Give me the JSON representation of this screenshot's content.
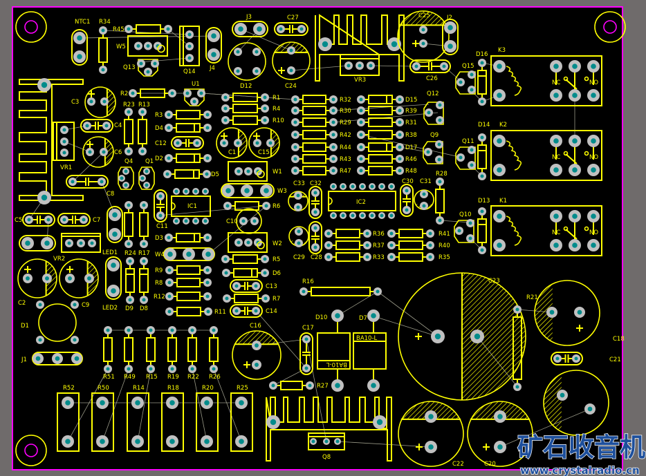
{
  "labels": [
    "NTC1",
    "R34",
    "R45",
    "W5",
    "Q13",
    "Q14",
    "J4",
    "J3",
    "C27",
    "D12",
    "C24",
    "VR3",
    "C25",
    "J2",
    "C26",
    "K3",
    "K2",
    "K1",
    "D16",
    "D14",
    "D13",
    "Q15",
    "Q11",
    "Q10",
    "Q12",
    "Q9",
    "R28",
    "R32",
    "R30",
    "R29",
    "R42",
    "R44",
    "R43",
    "R47",
    "D15",
    "R39",
    "R31",
    "R38",
    "D17",
    "R46",
    "R48",
    "R1",
    "R4",
    "R10",
    "U1",
    "R2",
    "C3",
    "C4",
    "C6",
    "VR1",
    "C8",
    "R23",
    "R13",
    "Q4",
    "Q1",
    "R3",
    "D4",
    "C12",
    "D2",
    "D5",
    "C1",
    "C15",
    "W1",
    "W3",
    "R6",
    "C10",
    "IC1",
    "C11",
    "IC2",
    "C33",
    "C32",
    "C30",
    "C31",
    "C29",
    "C28",
    "R36",
    "R37",
    "R33",
    "R41",
    "R40",
    "R35",
    "C5",
    "C7",
    "VR2",
    "C2",
    "C9",
    "D1",
    "J1",
    "LED1",
    "LED2",
    "R24",
    "R17",
    "D9",
    "D8",
    "D3",
    "W4",
    "R9",
    "R8",
    "R12",
    "R11",
    "R5",
    "D6",
    "C13",
    "R7",
    "C14",
    "W2",
    "C16",
    "R51",
    "R49",
    "R15",
    "R19",
    "R22",
    "R26",
    "R52",
    "R50",
    "R14",
    "R18",
    "R20",
    "R25",
    "C17",
    "R16",
    "D10",
    "D7",
    "R27",
    "Q8",
    "C23",
    "R21",
    "C18",
    "C21",
    "C22",
    "C20"
  ],
  "relay": {
    "nc": "NC",
    "no": "NO"
  },
  "bridge_part": "BA10-L",
  "watermark": {
    "title": "矿石收音机",
    "url": "www.crystalradio.cn"
  },
  "colors": {
    "board": "#000000",
    "silkscreen": "#ffff00",
    "outline": "#ff00ff",
    "pad": "#c0c0c0",
    "hole": "#008b8b",
    "ratsnest": "#9a9a88"
  }
}
